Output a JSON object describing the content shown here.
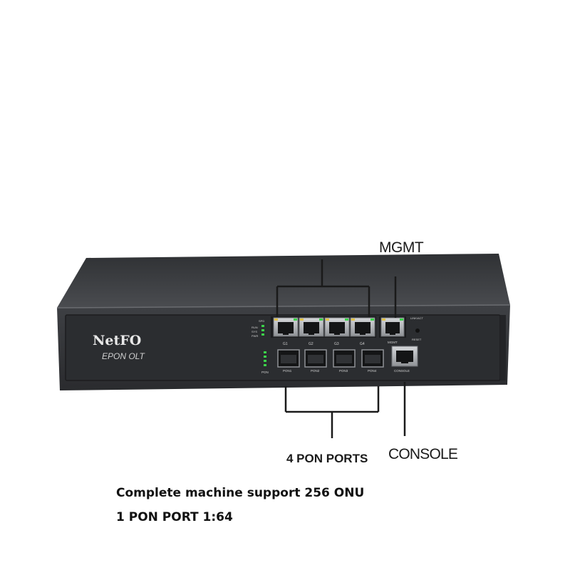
{
  "device": {
    "brand": "NetFO",
    "model": "EPON OLT",
    "led_labels": [
      "SPD",
      "RUN",
      "SYS",
      "PWR"
    ],
    "uplink_ports": [
      "G1",
      "G2",
      "G3",
      "G4"
    ],
    "pon_ports": [
      "PON1",
      "PON2",
      "PON3",
      "PON4"
    ],
    "pon_group_label": "PON",
    "mgmt_port_label": "MGMT",
    "link_label": "LINK/ACT",
    "reset_label": "RESET",
    "console_port_label": "CONSOLE"
  },
  "callouts": {
    "mgmt": "MGMT",
    "pon_ports": "4 PON PORTS",
    "console": "CONSOLE"
  },
  "captions": {
    "line1": "Complete machine support 256 ONU",
    "line2": "1 PON PORT 1:64"
  },
  "colors": {
    "chassis": "#3b3d40",
    "panel": "#2b2d30",
    "port_metal": "#b9bcc0",
    "led_green": "#3cd24a"
  }
}
